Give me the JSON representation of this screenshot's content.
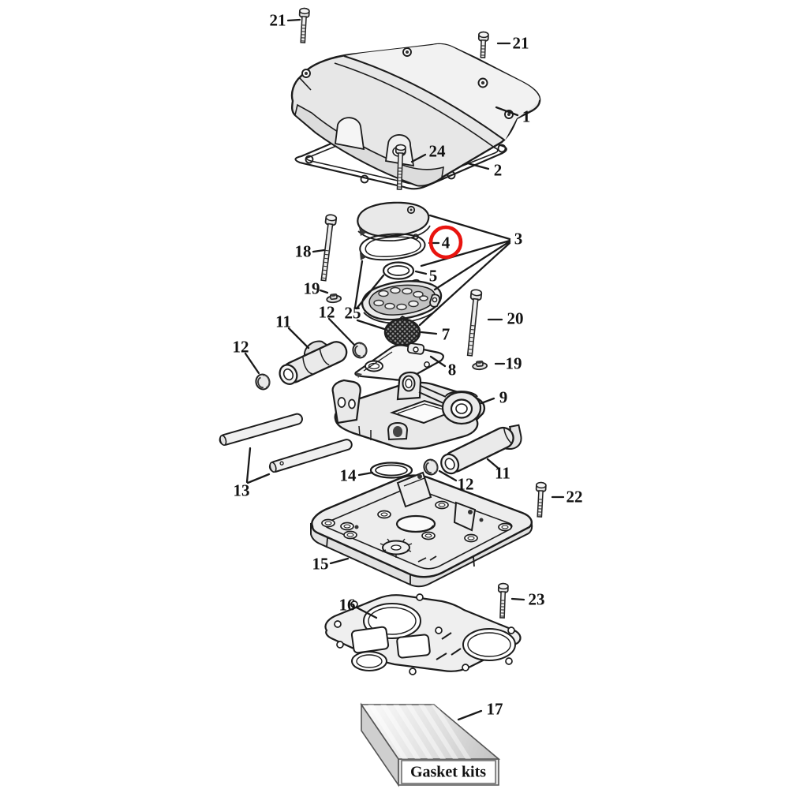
{
  "diagram": {
    "kind": "exploded-parts-diagram",
    "highlight": {
      "circled_part": "4",
      "color": "#e9140f"
    },
    "kit_box_label": "Gasket kits",
    "labels": {
      "l21a": "21",
      "l21b": "21",
      "l1": "1",
      "l24": "24",
      "l2": "2",
      "l18": "18",
      "l4": "4",
      "l3": "3",
      "l5": "5",
      "l19a": "19",
      "l12a": "12",
      "l25": "25",
      "l20": "20",
      "l7": "7",
      "l19b": "19",
      "l8": "8",
      "l11a": "11",
      "l12b": "12",
      "l9": "9",
      "l13": "13",
      "l14": "14",
      "l12c": "12",
      "l11b": "11",
      "l22": "22",
      "l15": "15",
      "l23": "23",
      "l16": "16",
      "l17": "17"
    }
  }
}
